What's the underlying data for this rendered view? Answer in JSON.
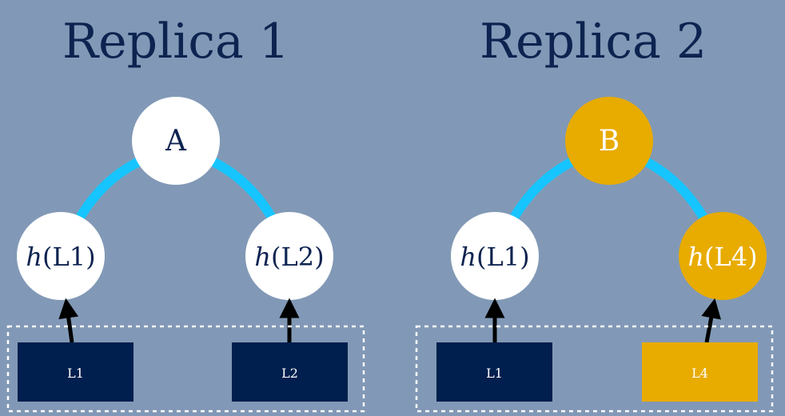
{
  "colors": {
    "background": "#8199b6",
    "navy": "#001f4e",
    "gold": "#e8ab00",
    "white": "#ffffff",
    "edge": "#16c5ff",
    "arrow": "#000000",
    "title": "#0d2350"
  },
  "replicas": [
    {
      "title": "Replica 1",
      "root": {
        "label": "A",
        "color": "white"
      },
      "children": [
        {
          "prefix": "h",
          "arg": "(L1)",
          "color": "white"
        },
        {
          "prefix": "h",
          "arg": "(L2)",
          "color": "white"
        }
      ],
      "leaves": [
        {
          "label": "L1",
          "color": "navy"
        },
        {
          "label": "L2",
          "color": "navy"
        }
      ]
    },
    {
      "title": "Replica 2",
      "root": {
        "label": "B",
        "color": "gold"
      },
      "children": [
        {
          "prefix": "h",
          "arg": "(L1)",
          "color": "white"
        },
        {
          "prefix": "h",
          "arg": "(L4)",
          "color": "gold"
        }
      ],
      "leaves": [
        {
          "label": "L1",
          "color": "navy"
        },
        {
          "label": "L4",
          "color": "gold"
        }
      ]
    }
  ]
}
